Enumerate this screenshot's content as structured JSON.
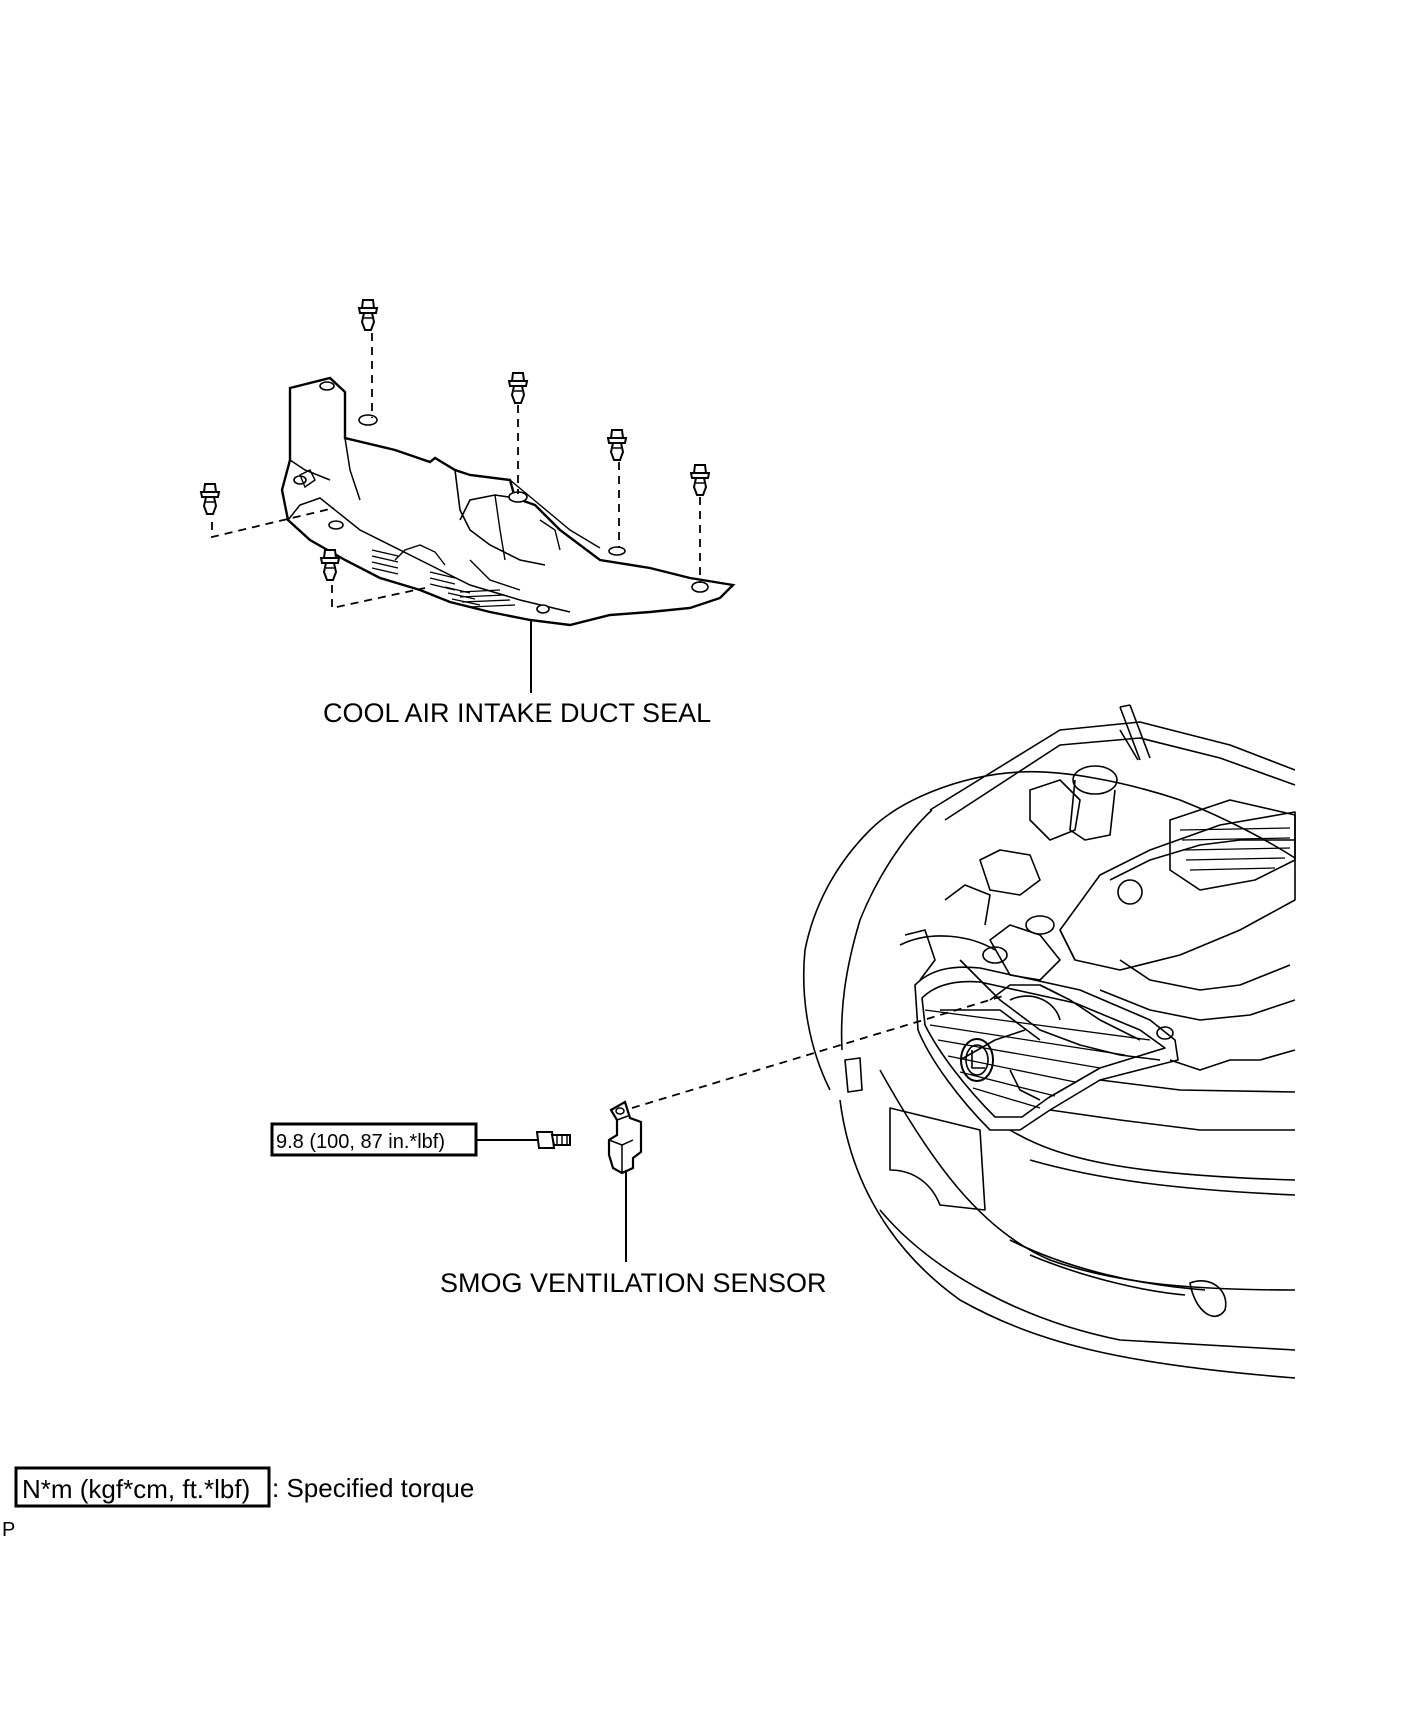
{
  "labels": {
    "seal": "COOL AIR INTAKE DUCT SEAL",
    "sensor": "SMOG VENTILATION SENSOR",
    "torque_value": "9.8 (100, 87 in.*lbf)"
  },
  "legend": {
    "box_text": "N*m (kgf*cm, ft.*lbf)",
    "desc": ": Specified torque"
  },
  "corner_mark": "P"
}
